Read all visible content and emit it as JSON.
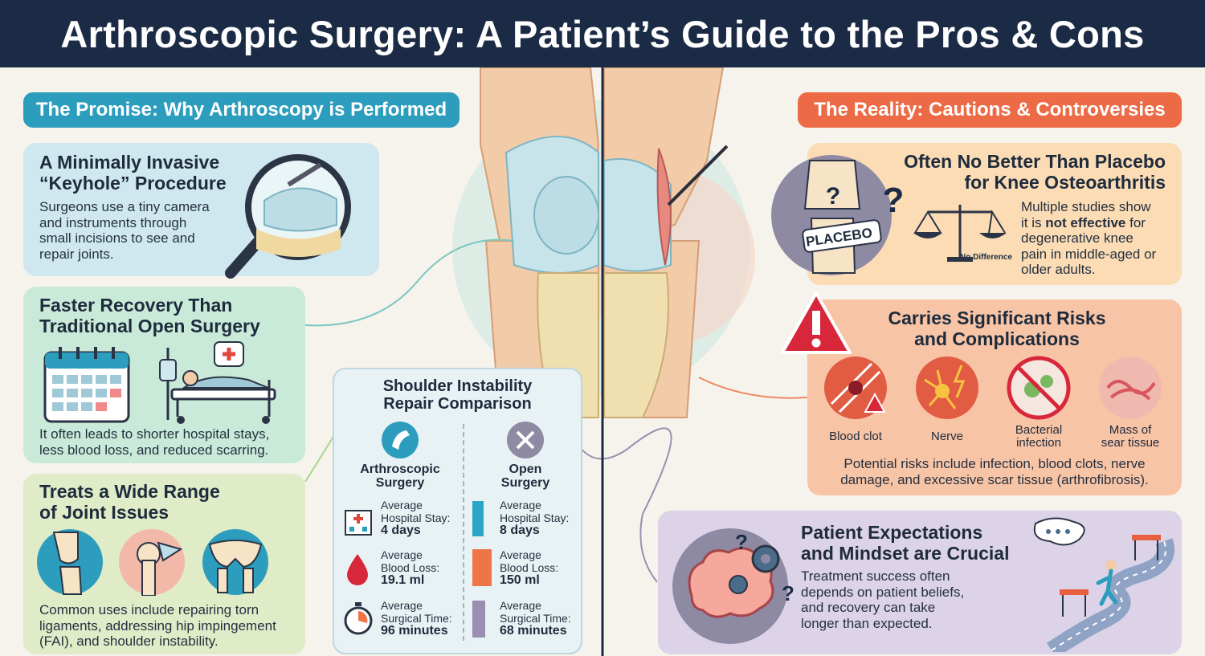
{
  "title": "Arthroscopic Surgery: A Patient’s Guide to the Pros & Cons",
  "left_heading": "The Promise: Why Arthroscopy is Performed",
  "right_heading": "The Reality: Cautions & Controversies",
  "pros": [
    {
      "title_l1": "A Minimally Invasive",
      "title_l2": "“Keyhole” Procedure",
      "text_l1": "Surgeons use a tiny camera",
      "text_l2": "and instruments through",
      "text_l3": "small incisions to see and",
      "text_l4": "repair joints.",
      "icon": "magnifier-knee-icon"
    },
    {
      "title_l1": "Faster Recovery Than",
      "title_l2": "Traditional Open Surgery",
      "text_l1": "It often leads to shorter hospital stays,",
      "text_l2": "less blood loss, and reduced scarring.",
      "icons": [
        "calendar-icon",
        "hospital-bed-icon"
      ]
    },
    {
      "title_l1": "Treats a Wide Range",
      "title_l2": "of Joint Issues",
      "text_l1": "Common uses include repairing torn",
      "text_l2": "ligaments, addressing hip impingement",
      "text_l3": "(FAI), and shoulder instability.",
      "icons": [
        "knee-joint-icon",
        "shoulder-joint-icon",
        "hip-joint-icon"
      ]
    }
  ],
  "comparison": {
    "title_l1": "Shoulder Instability",
    "title_l2": "Repair Comparison",
    "arthro": {
      "label_l1": "Arthroscopic",
      "label_l2": "Surgery"
    },
    "open": {
      "label_l1": "Open",
      "label_l2": "Surgery"
    },
    "rows": [
      {
        "label_l1": "Average",
        "label_l2": "Hospital Stay:",
        "arthro_value": "4 days",
        "open_value": "8 days",
        "icon": "hospital-icon",
        "bar_color": "#2aa6c8"
      },
      {
        "label_l1": "Average",
        "label_l2": "Blood Loss:",
        "arthro_value": "19.1 ml",
        "open_value": "150 ml",
        "icon": "blood-drop-icon",
        "bar_color": "#ef7448"
      },
      {
        "label_l1": "Average",
        "label_l2": "Surgical Time:",
        "arthro_value": "96 minutes",
        "open_value": "68 minutes",
        "icon": "stopwatch-icon",
        "bar_color": "#9a8fb0"
      }
    ]
  },
  "cons": [
    {
      "title_l1": "Often No Better Than Placebo",
      "title_l2": "for Knee Osteoarthritis",
      "text_l1": "Multiple studies show",
      "text_l2a": "it is ",
      "text_l2b": "not effective",
      "text_l2c": " for",
      "text_l3": "degenerative knee",
      "text_l4": "pain in middle-aged or",
      "text_l5": "older adults.",
      "badge": "PLACEBO",
      "scale_label": "No Difference",
      "icons": [
        "placebo-knee-icon",
        "balance-scale-icon"
      ]
    },
    {
      "title_l1": "Carries Significant Risks",
      "title_l2": "and Complications",
      "risks": [
        {
          "l1": "Blood clot",
          "l2": "",
          "icon": "blood-clot-icon"
        },
        {
          "l1": "Nerve",
          "l2": "",
          "icon": "nerve-icon"
        },
        {
          "l1": "Bacterial",
          "l2": "infection",
          "icon": "bacteria-icon"
        },
        {
          "l1": "Mass of",
          "l2": "sear tissue",
          "icon": "scar-tissue-icon"
        }
      ],
      "text_l1": "Potential risks include infection, blood clots, nerve",
      "text_l2": "damage, and excessive scar tissue (arthrofibrosis).",
      "icon": "warning-icon"
    },
    {
      "title_l1": "Patient Expectations",
      "title_l2": "and Mindset are Crucial",
      "text_l1": "Treatment success often",
      "text_l2": "depends on patient beliefs,",
      "text_l3": "and recovery can take",
      "text_l4": "longer than expected.",
      "icons": [
        "brain-gears-icon",
        "thought-bubble-icon",
        "winding-road-icon"
      ]
    }
  ],
  "colors": {
    "header_bg": "#1c2b45",
    "pros_accent": "#2c9dbd",
    "cons_accent": "#ec6a45"
  }
}
